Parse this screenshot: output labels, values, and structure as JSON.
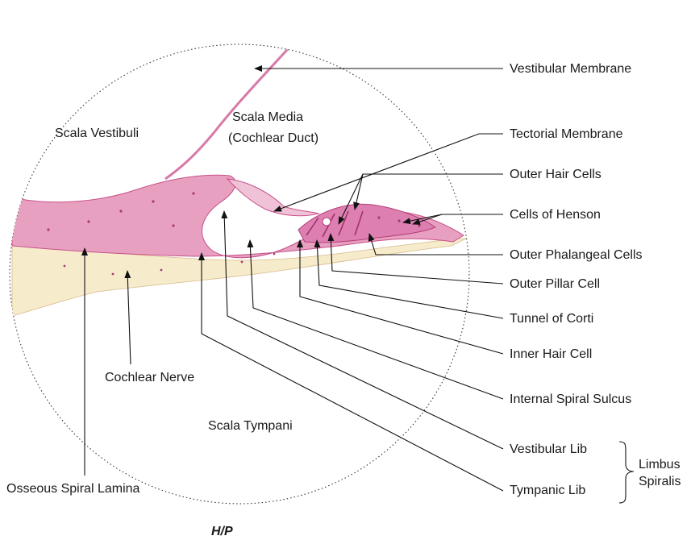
{
  "regions": {
    "scala_vestibuli": "Scala Vestibuli",
    "scala_media_1": "Scala Media",
    "scala_media_2": "(Cochlear Duct)",
    "scala_tympani": "Scala Tympani"
  },
  "labels": {
    "vestibular_membrane": "Vestibular Membrane",
    "tectorial_membrane": "Tectorial Membrane",
    "outer_hair_cells": "Outer Hair Cells",
    "cells_of_henson": "Cells of Henson",
    "outer_phalangeal_cells": "Outer Phalangeal Cells",
    "outer_pillar_cell": "Outer Pillar Cell",
    "tunnel_of_corti": "Tunnel of Corti",
    "inner_hair_cell": "Inner Hair Cell",
    "internal_spiral_sulcus": "Internal Spiral Sulcus",
    "vestibular_lib": "Vestibular Lib",
    "tympanic_lib": "Tympanic Lib",
    "limbus_1": "Limbus",
    "limbus_2": "Spiralis",
    "cochlear_nerve": "Cochlear Nerve",
    "osseous_spiral_lamina": "Osseous Spiral Lamina"
  },
  "footer": {
    "code": "H/P"
  },
  "colors": {
    "tissue_pink": "#e8a0c0",
    "tissue_dark": "#c8508a",
    "bone_cream": "#f6eccc",
    "ink": "#111111"
  }
}
